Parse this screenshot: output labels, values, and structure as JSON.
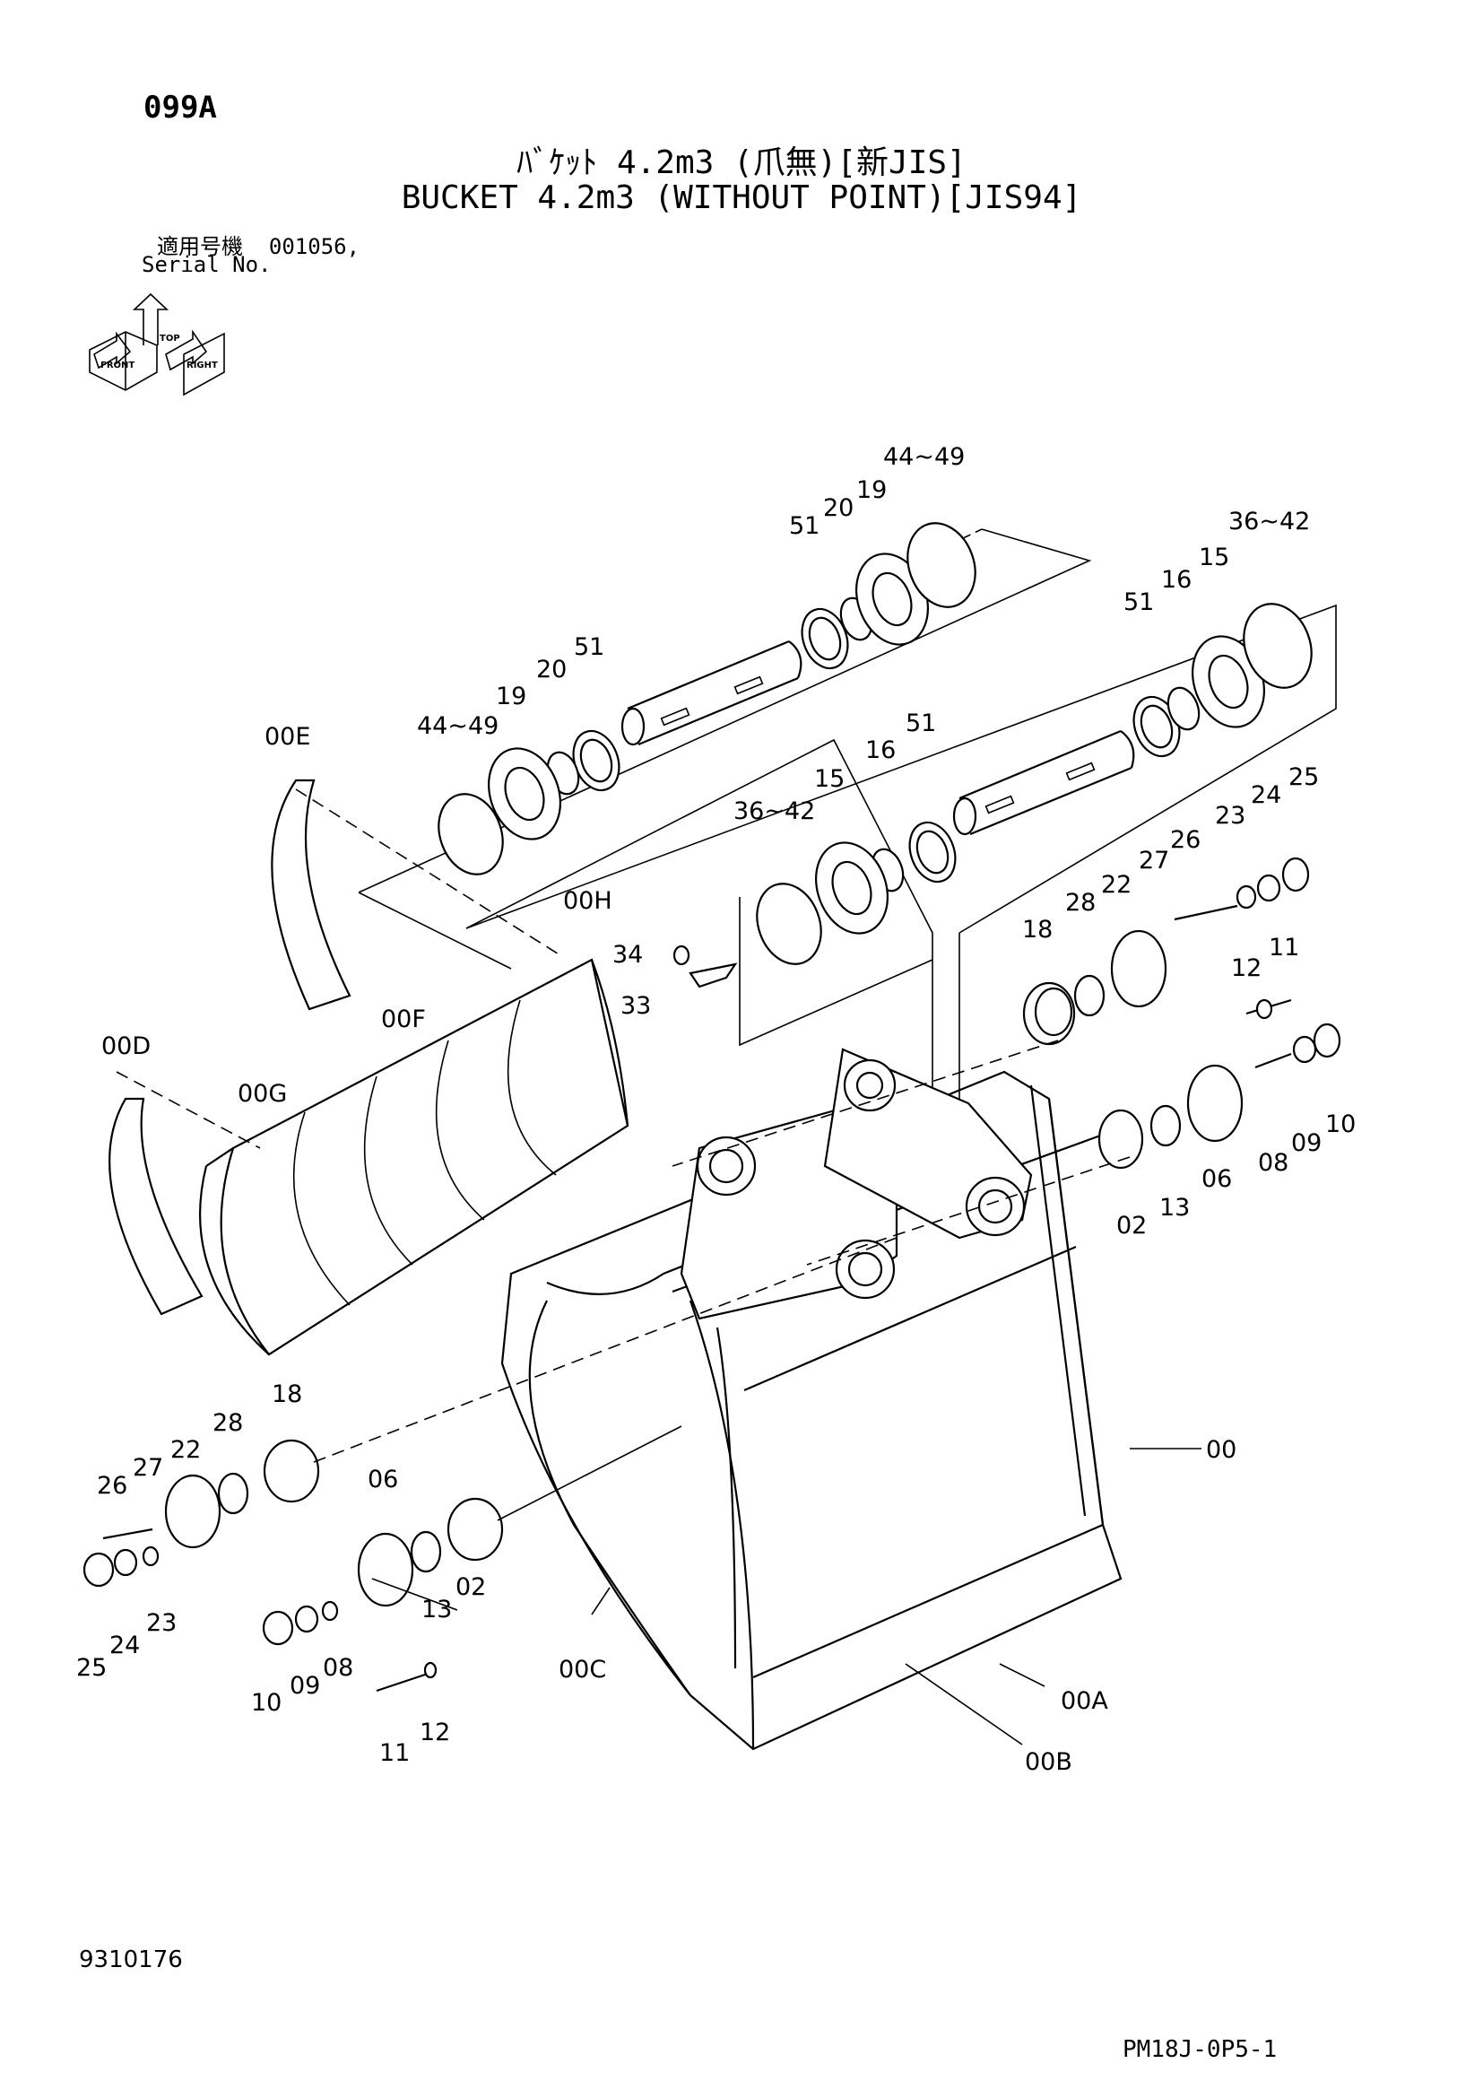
{
  "header": {
    "page_code": "099A",
    "title_jp": "ﾊﾞｹｯﾄ 4.2m3 (爪無)[新JIS]",
    "title_en": "BUCKET 4.2m3 (WITHOUT POINT)[JIS94]",
    "serial_label_jp": "適用号機",
    "serial_value": "001056,",
    "serial_label_en": "Serial No."
  },
  "orientation_icon": {
    "labels": [
      "FRONT",
      "TOP",
      "RIGHT"
    ],
    "icon": "orientation-arrows-icon"
  },
  "callouts": [
    {
      "id": "c1",
      "text": "44~49"
    },
    {
      "id": "c2",
      "text": "51"
    },
    {
      "id": "c3",
      "text": "20"
    },
    {
      "id": "c4",
      "text": "19"
    },
    {
      "id": "c5",
      "text": "36~42"
    },
    {
      "id": "c6",
      "text": "51"
    },
    {
      "id": "c7",
      "text": "16"
    },
    {
      "id": "c8",
      "text": "15"
    },
    {
      "id": "c9",
      "text": "00E"
    },
    {
      "id": "c10",
      "text": "44~49"
    },
    {
      "id": "c11",
      "text": "19"
    },
    {
      "id": "c12",
      "text": "20"
    },
    {
      "id": "c13",
      "text": "51"
    },
    {
      "id": "c14",
      "text": "36~42"
    },
    {
      "id": "c15",
      "text": "15"
    },
    {
      "id": "c16",
      "text": "16"
    },
    {
      "id": "c17",
      "text": "51"
    },
    {
      "id": "c18",
      "text": "23"
    },
    {
      "id": "c19",
      "text": "24"
    },
    {
      "id": "c20",
      "text": "25"
    },
    {
      "id": "c21",
      "text": "27"
    },
    {
      "id": "c22",
      "text": "26"
    },
    {
      "id": "c23",
      "text": "22"
    },
    {
      "id": "c24",
      "text": "28"
    },
    {
      "id": "c25",
      "text": "18"
    },
    {
      "id": "c26",
      "text": "00H"
    },
    {
      "id": "c27",
      "text": "34"
    },
    {
      "id": "c28",
      "text": "33"
    },
    {
      "id": "c29",
      "text": "12"
    },
    {
      "id": "c30",
      "text": "11"
    },
    {
      "id": "c31",
      "text": "00F"
    },
    {
      "id": "c32",
      "text": "00D"
    },
    {
      "id": "c33",
      "text": "00G"
    },
    {
      "id": "c34",
      "text": "06"
    },
    {
      "id": "c35",
      "text": "08"
    },
    {
      "id": "c36",
      "text": "09"
    },
    {
      "id": "c37",
      "text": "10"
    },
    {
      "id": "c38",
      "text": "02"
    },
    {
      "id": "c39",
      "text": "13"
    },
    {
      "id": "c40",
      "text": "18"
    },
    {
      "id": "c41",
      "text": "28"
    },
    {
      "id": "c42",
      "text": "22"
    },
    {
      "id": "c43",
      "text": "27"
    },
    {
      "id": "c44",
      "text": "26"
    },
    {
      "id": "c45",
      "text": "25"
    },
    {
      "id": "c46",
      "text": "24"
    },
    {
      "id": "c47",
      "text": "23"
    },
    {
      "id": "c48",
      "text": "06"
    },
    {
      "id": "c49",
      "text": "13"
    },
    {
      "id": "c50",
      "text": "02"
    },
    {
      "id": "c51",
      "text": "10"
    },
    {
      "id": "c52",
      "text": "09"
    },
    {
      "id": "c53",
      "text": "08"
    },
    {
      "id": "c54",
      "text": "11"
    },
    {
      "id": "c55",
      "text": "12"
    },
    {
      "id": "c56",
      "text": "00C"
    },
    {
      "id": "c57",
      "text": "00"
    },
    {
      "id": "c58",
      "text": "00A"
    },
    {
      "id": "c59",
      "text": "00B"
    }
  ],
  "footer": {
    "drawing_number": "9310176",
    "sheet_ref": "PM18J-0P5-1"
  }
}
